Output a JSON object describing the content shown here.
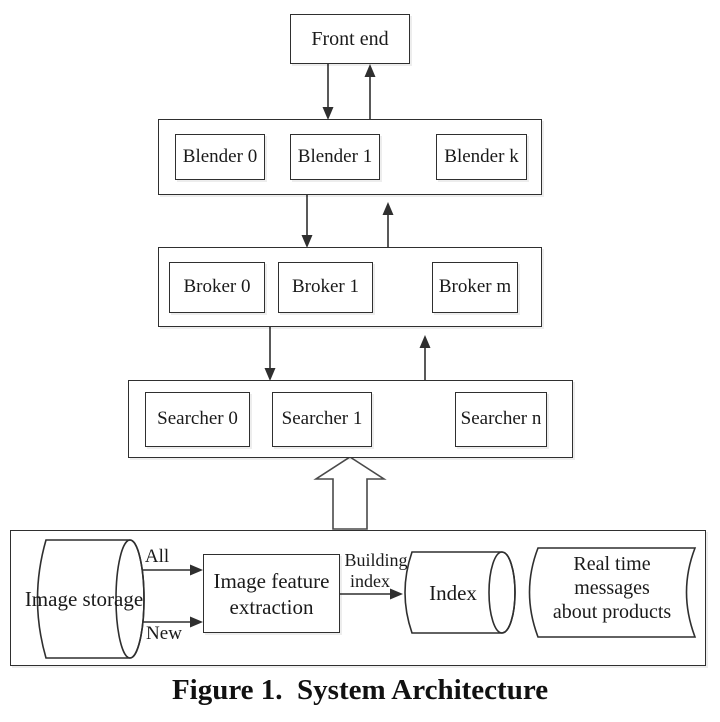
{
  "nodes": {
    "front_end": "Front end",
    "blender_0": "Blender 0",
    "blender_1": "Blender 1",
    "blender_k": "Blender k",
    "broker_0": "Broker 0",
    "broker_1": "Broker 1",
    "broker_m": "Broker m",
    "searcher_0": "Searcher 0",
    "searcher_1": "Searcher 1",
    "searcher_n": "Searcher n",
    "image_storage": "Image storage",
    "image_feature_extraction": {
      "line1": "Image feature",
      "line2": "extraction"
    },
    "index": "Index",
    "real_time_messages": {
      "line1": "Real time",
      "line2": "messages",
      "line3": "about products"
    }
  },
  "edge_labels": {
    "all": "All",
    "new": "New",
    "building_index": {
      "line1": "Building",
      "line2": "index"
    }
  },
  "caption": "Figure 1.  System Architecture",
  "colors": {
    "stroke": "#2f2f2f",
    "text": "#1a1a1a",
    "background": "#ffffff"
  }
}
